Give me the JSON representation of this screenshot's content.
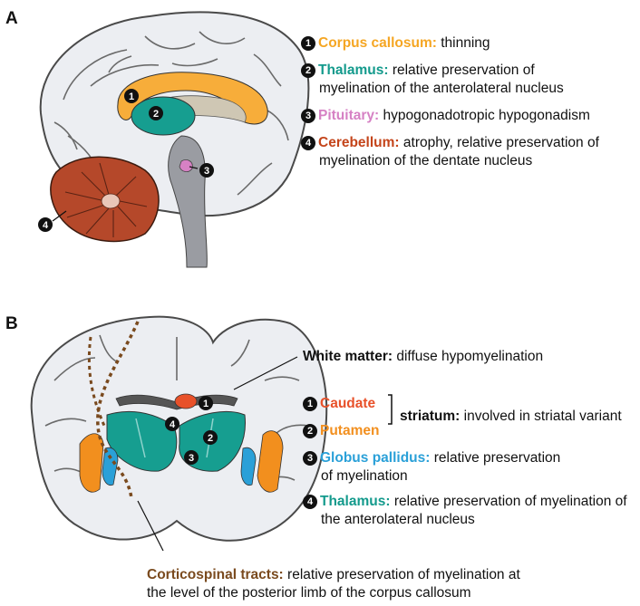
{
  "panel_a": {
    "letter": "A",
    "markers": [
      "1",
      "2",
      "3",
      "4"
    ],
    "items": [
      {
        "num": "1",
        "term": "Corpus callosum:",
        "desc": "thinning",
        "color": "#f5a623"
      },
      {
        "num": "2",
        "term": "Thalamus:",
        "desc": "relative preservation of",
        "desc2": "myelination of the anterolateral nucleus",
        "color": "#139a8c"
      },
      {
        "num": "3",
        "term": "Pituitary:",
        "desc": "hypogonadotropic hypogonadism",
        "color": "#d681c4"
      },
      {
        "num": "4",
        "term": "Cerebellum:",
        "desc": "atrophy, relative preservation of",
        "desc2": "myelination of the dentate nucleus",
        "color": "#c4441a"
      }
    ]
  },
  "panel_b": {
    "letter": "B",
    "markers": [
      "1",
      "2",
      "3",
      "4"
    ],
    "white_matter": {
      "term": "White matter:",
      "desc": "diffuse hypomyelination"
    },
    "items": [
      {
        "num": "1",
        "term": "Caudate",
        "color": "#e8512a"
      },
      {
        "num": "2",
        "term": "Putamen",
        "color": "#f28f1e"
      },
      {
        "num": "3",
        "term": "Globus pallidus:",
        "desc": "relative preservation",
        "desc2": "of myelination",
        "color": "#2aa0d8"
      },
      {
        "num": "4",
        "term": "Thalamus:",
        "desc": "relative preservation of myelination of",
        "desc2": "the anterolateral nucleus",
        "color": "#139a8c"
      }
    ],
    "striatum": {
      "term": "striatum:",
      "desc": "involved in striatal variant"
    },
    "corticospinal": {
      "term": "Corticospinal tracts:",
      "desc": "relative preservation of myelination at",
      "desc2": "the level of the posterior limb of the corpus callosum",
      "color": "#7a4a1e"
    }
  }
}
